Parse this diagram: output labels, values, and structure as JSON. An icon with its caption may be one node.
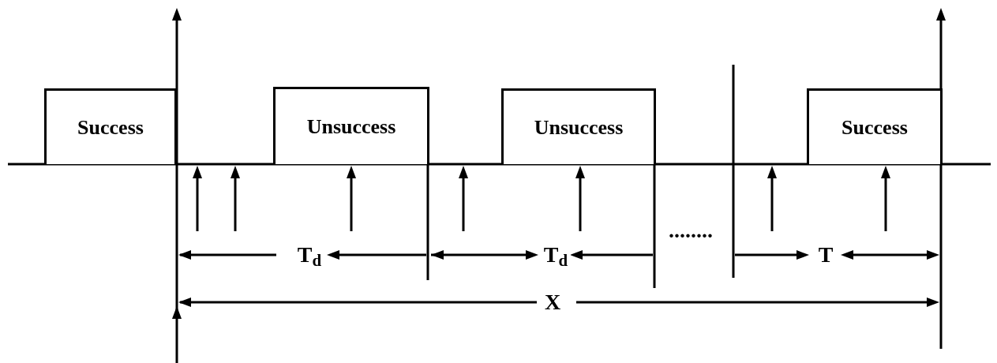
{
  "diagram": {
    "nodes": [
      {
        "text": [
          "Success"
        ]
      },
      {
        "text": [
          "Unsuccess"
        ]
      },
      {
        "text": [
          "Unsuccess"
        ]
      },
      {
        "text": [
          "Success"
        ]
      }
    ],
    "labels": [
      "........",
      "T$_{d}$",
      "T$_{d}$",
      "T",
      "X"
    ]
  }
}
